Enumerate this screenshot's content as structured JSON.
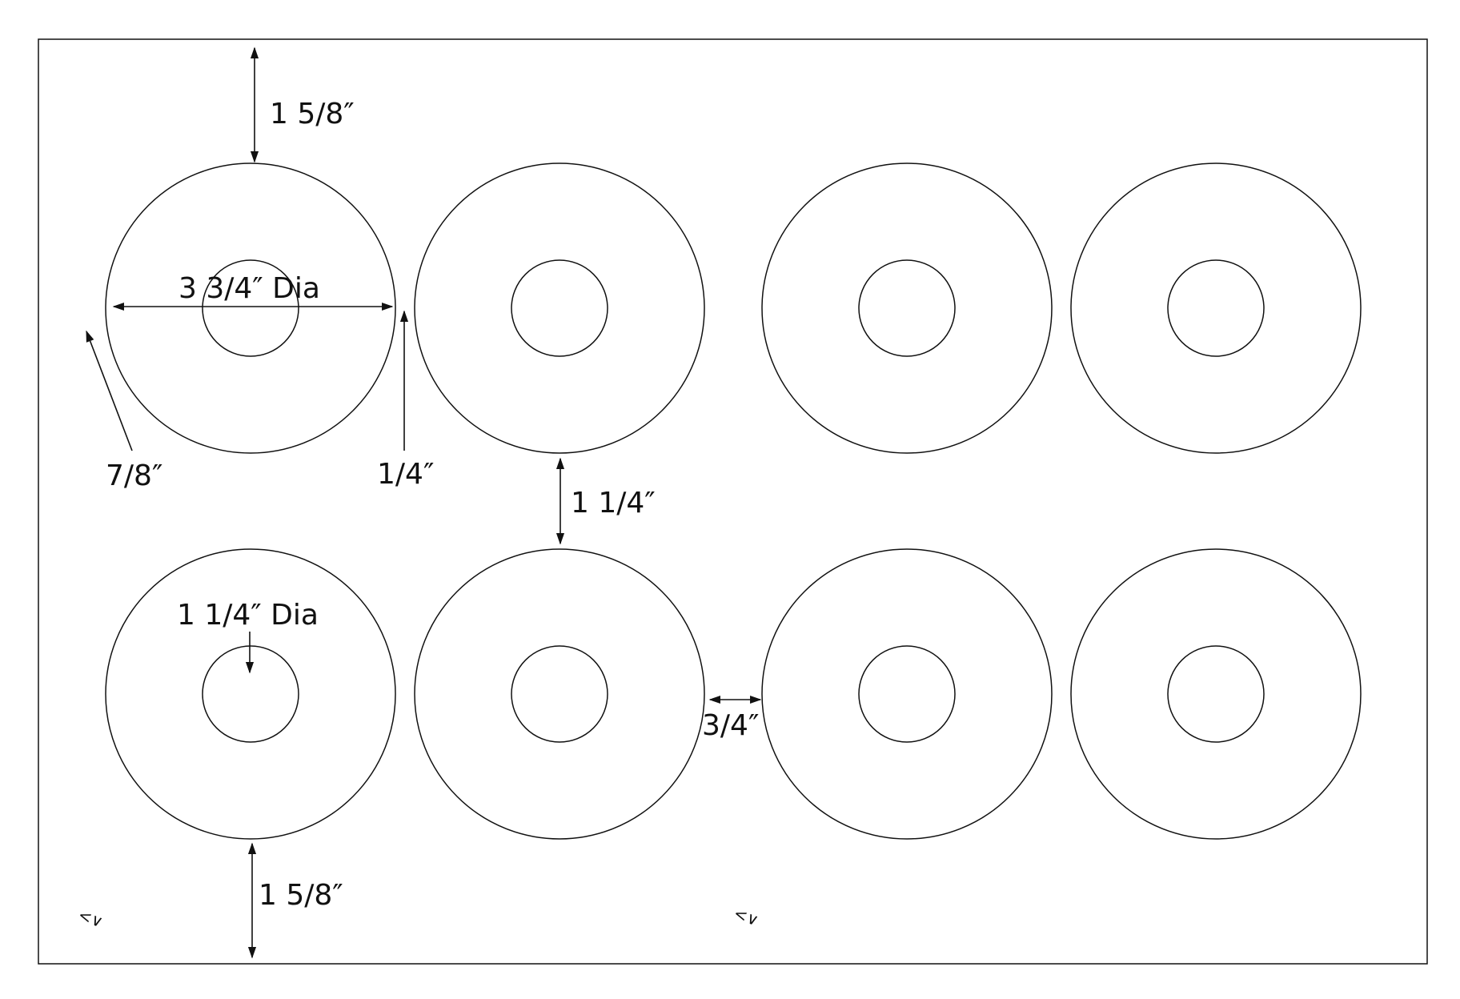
{
  "sheet": {
    "label_count": 8,
    "rows": 2,
    "columns": 4
  },
  "dimensions": {
    "top_margin": "1 5/8″",
    "bottom_margin": "1 5/8″",
    "outer_diameter": "3 3/4″ Dia",
    "inner_diameter": "1 1/4″ Dia",
    "left_margin": "7/8″",
    "column_gap_small": "1/4″",
    "row_gap": "1 1/4″",
    "column_gap_large": "3/4″"
  },
  "corner_marks": {
    "left": "<∨",
    "center": "<∨"
  },
  "colors": {
    "line": "#111111",
    "background": "#ffffff"
  }
}
